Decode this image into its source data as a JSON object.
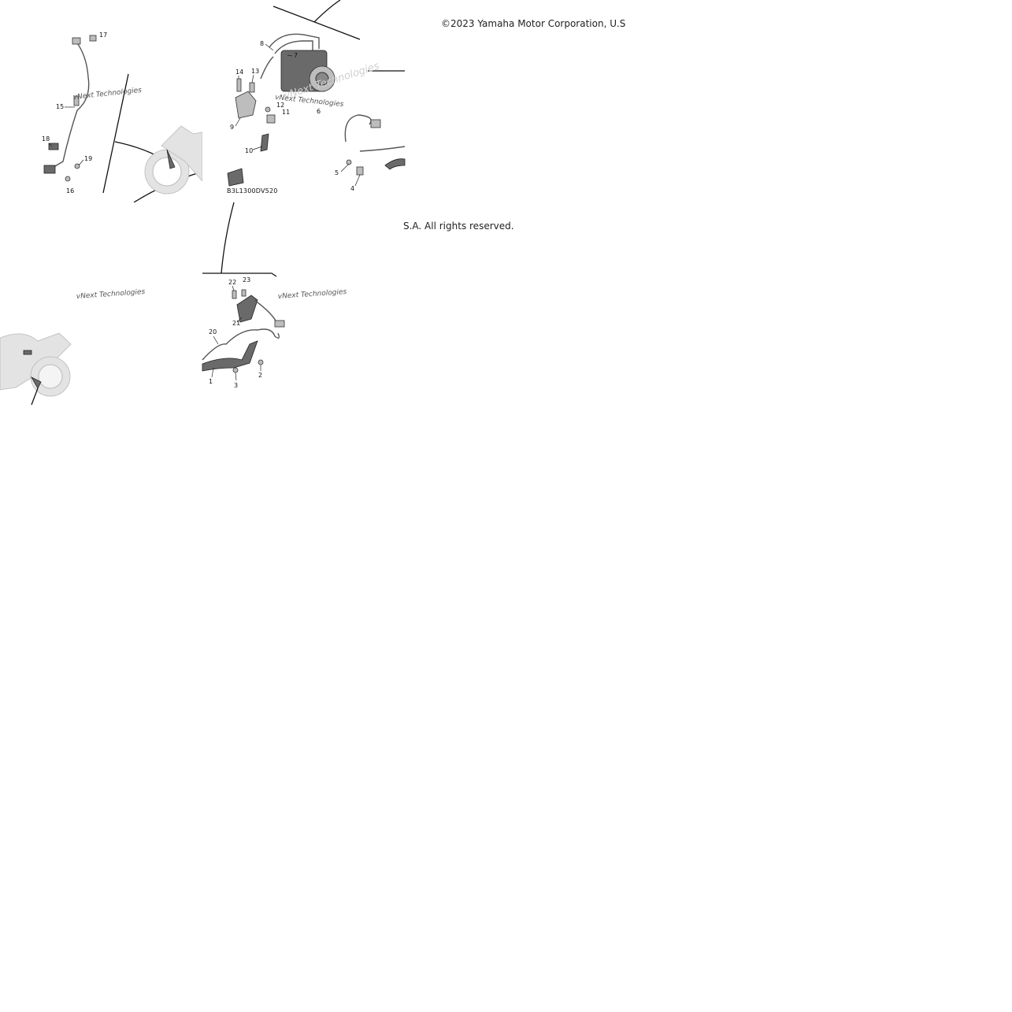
{
  "copyright": {
    "part1": "©2023 Yamaha Motor Corporation, U.S",
    "part2": "S.A. All rights reserved."
  },
  "watermark": "vNext Technologies",
  "diagram_code": "B3L1300DV520",
  "callouts": [
    "1",
    "2",
    "3",
    "4",
    "5",
    "6",
    "7",
    "8",
    "9",
    "10",
    "11",
    "12",
    "13",
    "14",
    "15",
    "16",
    "17",
    "18",
    "19",
    "20",
    "21",
    "22",
    "23"
  ]
}
